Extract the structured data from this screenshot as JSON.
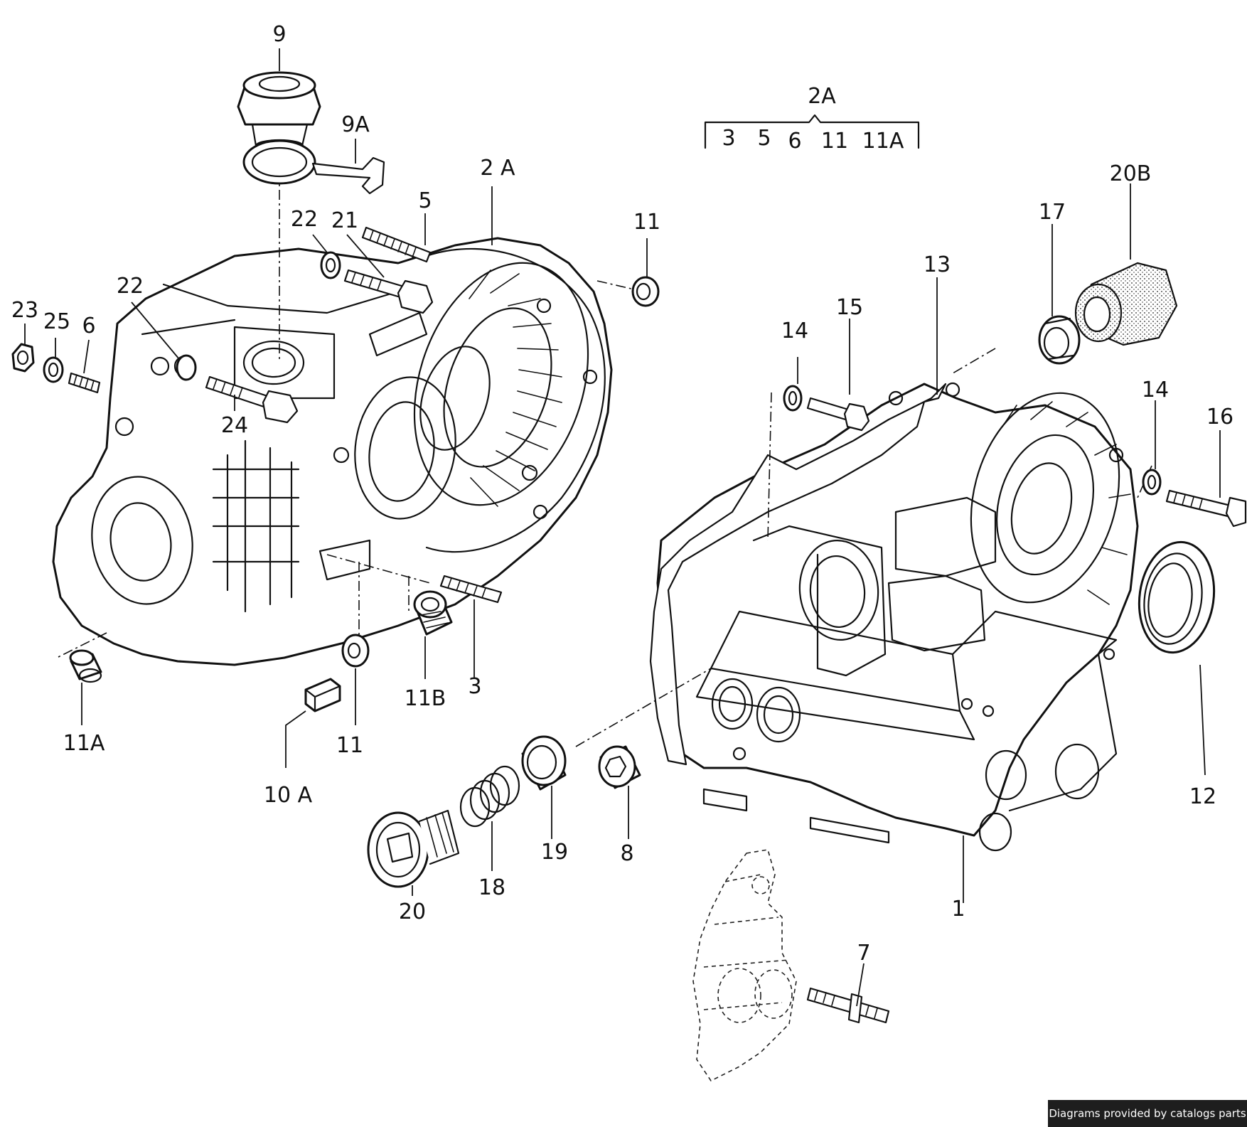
{
  "credit": "Diagrams provided by catalogs parts",
  "kit": {
    "title": "2A",
    "members": [
      "3",
      "5",
      "6",
      "11",
      "11A"
    ]
  },
  "labels": {
    "p9": "9",
    "p9a": "9A",
    "p2a": "2 A",
    "p5": "5",
    "p11_top": "11",
    "p22_top": "22",
    "p21": "21",
    "p22_left": "22",
    "p23": "23",
    "p25": "25",
    "p6": "6",
    "p24": "24",
    "p11a": "11A",
    "p11b": "11B",
    "p3": "3",
    "p11_low": "11",
    "p10a": "10 A",
    "p20": "20",
    "p18": "18",
    "p19": "19",
    "p8": "8",
    "p13": "13",
    "p14_a": "14",
    "p15": "15",
    "p17": "17",
    "p20b": "20B",
    "p14_b": "14",
    "p16": "16",
    "p12": "12",
    "p1": "1",
    "p7": "7"
  }
}
